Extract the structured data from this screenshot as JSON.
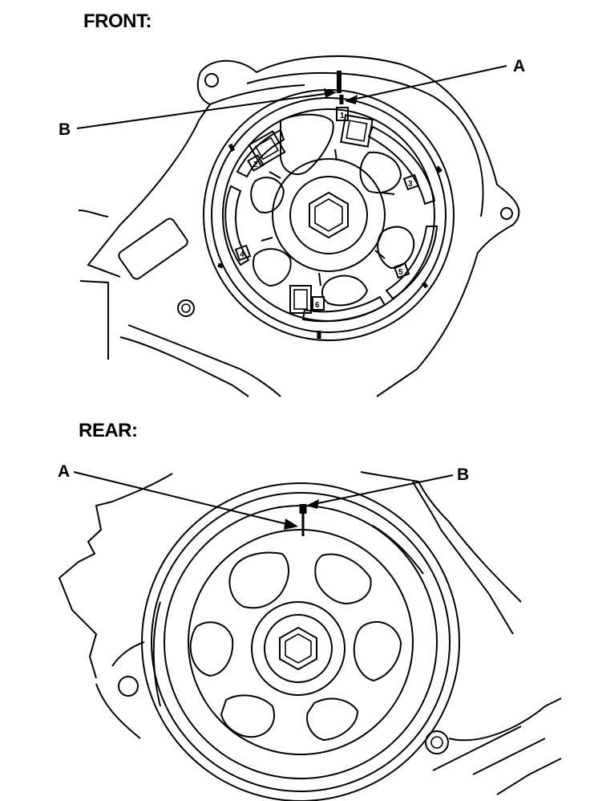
{
  "front": {
    "title": "FRONT:",
    "label_a": "A",
    "label_b": "B",
    "sprocket_numbers": [
      "1",
      "2",
      "3",
      "4",
      "5",
      "6"
    ]
  },
  "rear": {
    "title": "REAR:",
    "label_a": "A",
    "label_b": "B"
  }
}
